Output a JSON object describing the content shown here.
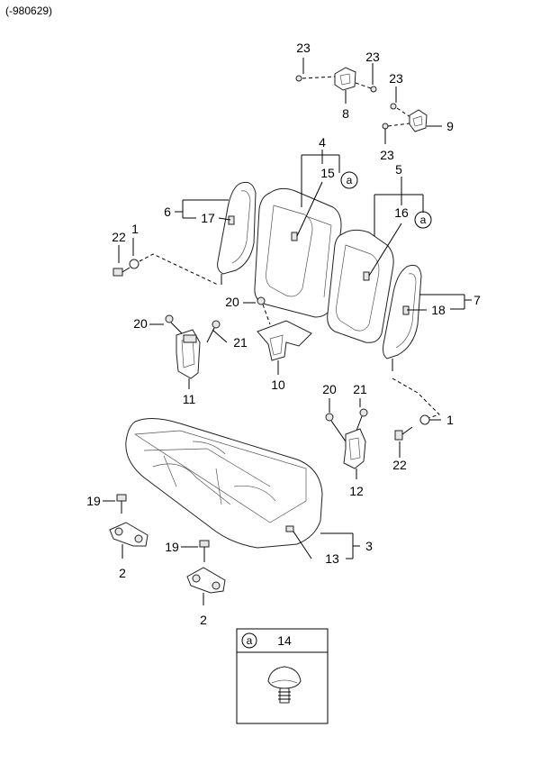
{
  "header": {
    "code": "(-980629)"
  },
  "callouts": {
    "c23a": "23",
    "c23b": "23",
    "c23c": "23",
    "c23d": "23",
    "c8": "8",
    "c9": "9",
    "c4": "4",
    "c15": "15",
    "a1": "a",
    "c5": "5",
    "c16": "16",
    "a2": "a",
    "c6": "6",
    "c17": "17",
    "c22a": "22",
    "c1a": "1",
    "c7": "7",
    "c18": "18",
    "c20a": "20",
    "c20b": "20",
    "c21a": "21",
    "c11": "11",
    "c10": "10",
    "c20c": "20",
    "c21b": "21",
    "c1b": "1",
    "c22b": "22",
    "c12": "12",
    "c19a": "19",
    "c2a": "2",
    "c19b": "19",
    "c2b": "2",
    "c3": "3",
    "c13": "13"
  },
  "legend": {
    "marker": "a",
    "part": "14"
  }
}
